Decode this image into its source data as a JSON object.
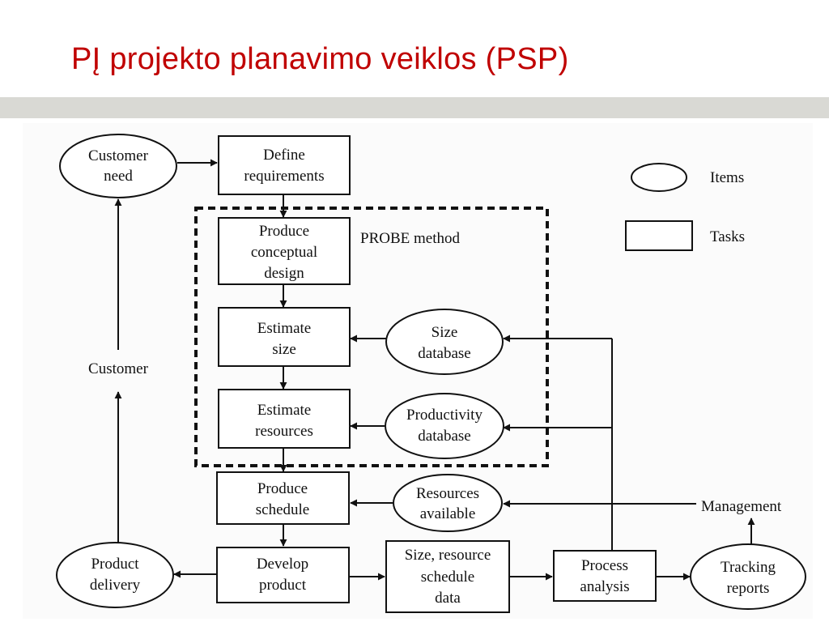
{
  "slide": {
    "title": "PĮ projekto planavimo veiklos (PSP)"
  },
  "diagram": {
    "nodes": {
      "customer_need": [
        "Customer",
        "need"
      ],
      "define_requirements": [
        "Define",
        "requirements"
      ],
      "produce_conceptual_design": [
        "Produce",
        "conceptual",
        "design"
      ],
      "estimate_size": [
        "Estimate",
        "size"
      ],
      "estimate_resources": [
        "Estimate",
        "resources"
      ],
      "produce_schedule": [
        "Produce",
        "schedule"
      ],
      "develop_product": [
        "Develop",
        "product"
      ],
      "size_resource_schedule_data": [
        "Size, resource",
        "schedule",
        "data"
      ],
      "process_analysis": [
        "Process",
        "analysis"
      ],
      "tracking_reports": [
        "Tracking",
        "reports"
      ],
      "product_delivery": [
        "Product",
        "delivery"
      ],
      "size_database": [
        "Size",
        "database"
      ],
      "productivity_database": [
        "Productivity",
        "database"
      ],
      "resources_available": [
        "Resources",
        "available"
      ]
    },
    "labels": {
      "probe_method": "PROBE method",
      "customer": "Customer",
      "management": "Management"
    },
    "legend": {
      "items": "Items",
      "tasks": "Tasks"
    }
  }
}
